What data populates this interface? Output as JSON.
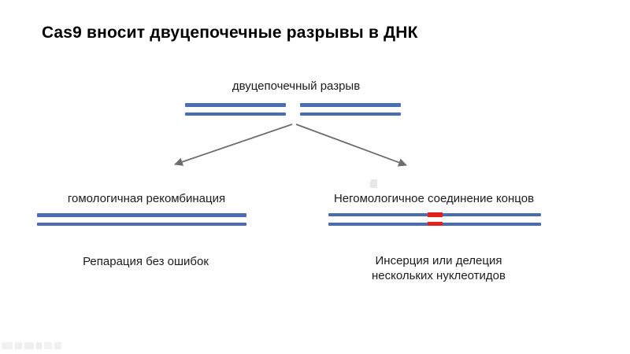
{
  "slide": {
    "title": "Cas9 вносит двуцепочечные разрывы в ДНК"
  },
  "diagram": {
    "break_label": "двуцепочечный разрыв",
    "left_branch": {
      "label": "гомологичная рекомбинация",
      "outcome": "Репарация без ошибок"
    },
    "right_branch": {
      "label": "Негомологичное соединение концов",
      "outcome_line1": "Инсерция или делеция",
      "outcome_line2": "нескольких нуклеотидов"
    },
    "colors": {
      "dna_blue": "#4a6cb5",
      "mutation_red": "#e3201b",
      "arrow_gray": "#6d6d6d"
    }
  }
}
